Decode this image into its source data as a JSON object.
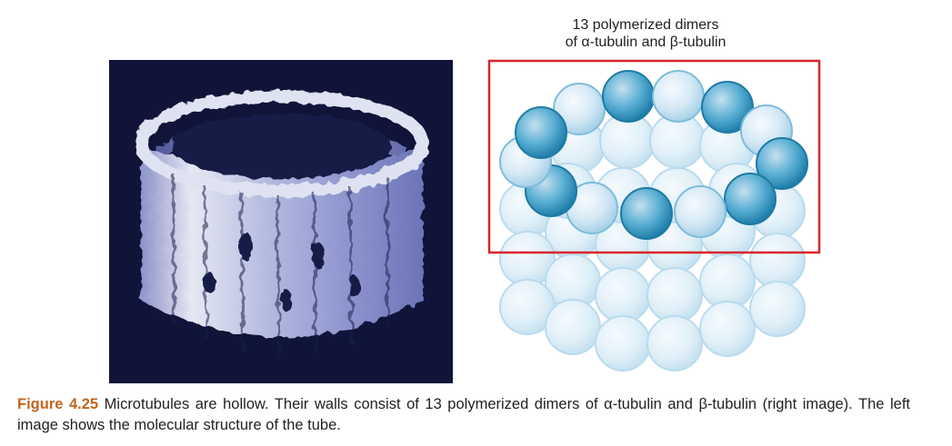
{
  "diagram": {
    "label_line1": "13 polymerized dimers",
    "label_line2": "of α-tubulin and β-tubulin",
    "highlight_color": "#d9252b",
    "alpha_color": "#cfe7f4",
    "beta_color": "#3aa0c8",
    "em_background": "#0f1438"
  },
  "caption": {
    "figure_number": "Figure 4.25",
    "text": "Microtubules are hollow. Their walls consist of 13 polymerized dimers of α-tubulin and β-tubulin (right image). The left image shows the molecular structure of the tube."
  }
}
